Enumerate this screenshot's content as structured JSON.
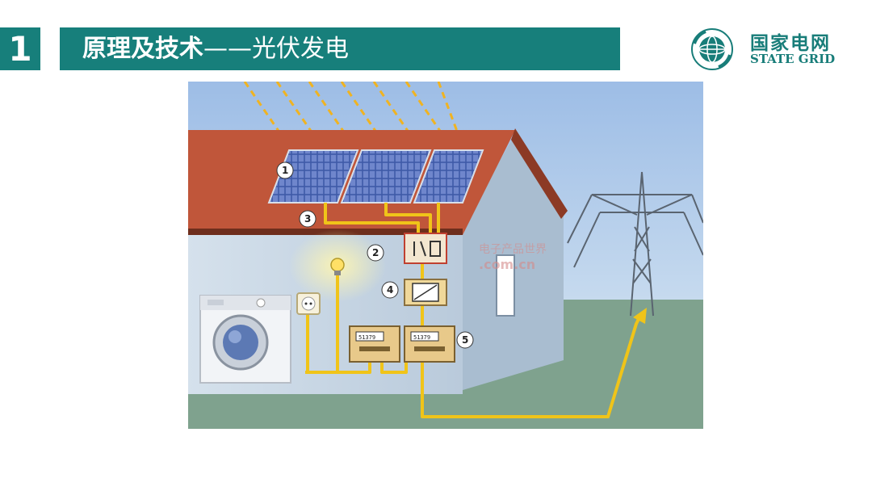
{
  "header": {
    "number": "1",
    "title_main": "原理及技术",
    "title_dash": "——",
    "title_sub": "光伏发电"
  },
  "logo": {
    "name_cn": "国家电网",
    "name_en": "STATE GRID",
    "color": "#187d79"
  },
  "diagram": {
    "labels": [
      "1",
      "2",
      "3",
      "4",
      "5"
    ],
    "meter_readings": [
      "51379",
      "51379"
    ],
    "watermark_text": "电子产品世界",
    "watermark_url": ".com.cn",
    "colors": {
      "accent": "#177f7b",
      "wire": "#f0c419",
      "roof": "#c0563a",
      "sky": "#a9c5e6",
      "wall": "#c7d6e6",
      "grass": "#7fa28e"
    }
  }
}
